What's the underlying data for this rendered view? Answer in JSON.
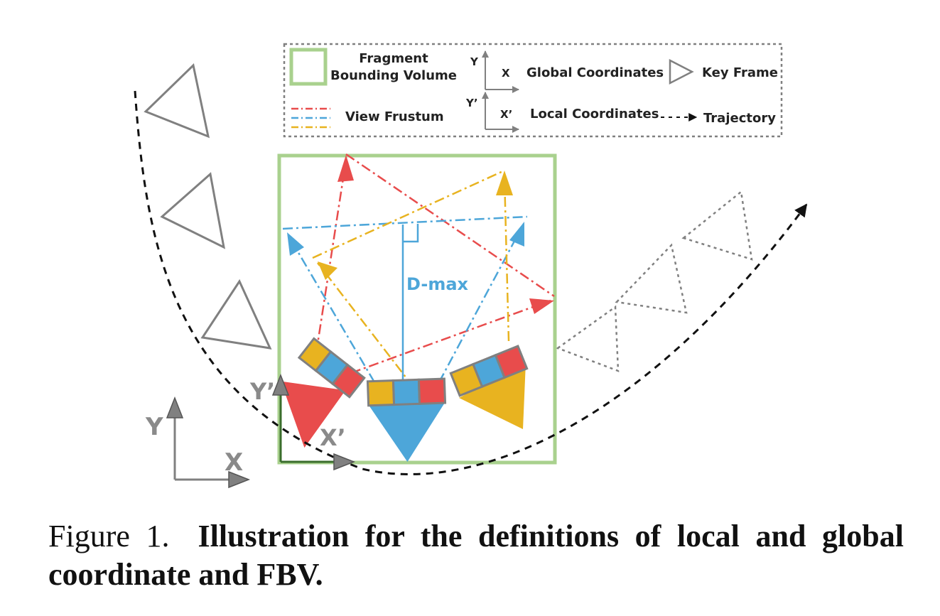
{
  "legend": {
    "fbv_line1": "Fragment",
    "fbv_line2": "Bounding Volume",
    "frustum": "View Frustum",
    "global_y": "Y",
    "global_x": "X",
    "global": "Global Coordinates",
    "local_y": "Y’",
    "local_x": "X’",
    "local": "Local Coordinates",
    "keyframe": "Key Frame",
    "trajectory": "Trajectory"
  },
  "diagram": {
    "dmax": "D-max",
    "local_y": "Y’",
    "local_x": "X’",
    "global_y": "Y",
    "global_x": "X"
  },
  "colors": {
    "red": "#e84c4c",
    "blue": "#4da6d9",
    "yellow": "#e8b320",
    "green": "#a9d18e",
    "gray": "#808080"
  },
  "caption": {
    "number": "Figure 1.",
    "text": "Illustration for the definitions of local and global coordinate and FBV."
  }
}
